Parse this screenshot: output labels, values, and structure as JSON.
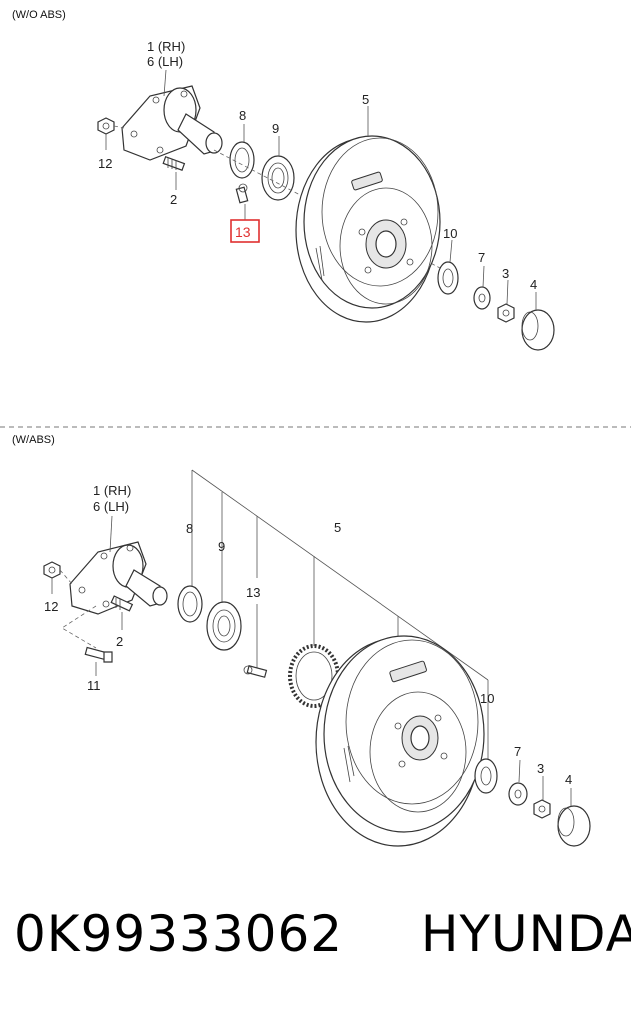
{
  "sections": [
    {
      "title": "(W/O ABS)",
      "labels": {
        "p1": "1 (RH)",
        "p6": "6 (LH)",
        "p8": "8",
        "p9": "9",
        "p5": "5",
        "p12": "12",
        "p2": "2",
        "p13": "13",
        "p10": "10",
        "p7": "7",
        "p3": "3",
        "p4": "4"
      },
      "highlighted": "13",
      "highlight_color": "#e03030"
    },
    {
      "title": "(W/ABS)",
      "labels": {
        "p1": "1 (RH)",
        "p6": "6 (LH)",
        "p8": "8",
        "p9": "9",
        "p5": "5",
        "p13": "13",
        "p12": "12",
        "p2": "2",
        "p11": "11",
        "p10": "10",
        "p7": "7",
        "p3": "3",
        "p4": "4"
      }
    }
  ],
  "caption": {
    "part_number": "0K99333062",
    "brand": "HYUNDAI"
  }
}
